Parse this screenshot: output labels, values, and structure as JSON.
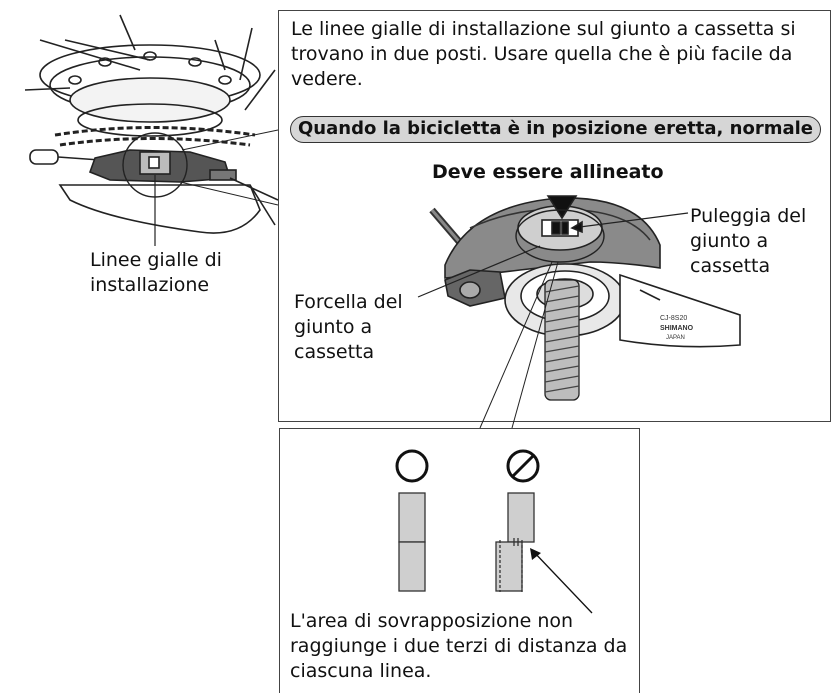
{
  "intro": "Le linee gialle di installazione sul giunto a cassetta si trovano in due posti. Usare quella che è più facile da vedere.",
  "condition": "Quando la bicicletta è in  posizione eretta, normale",
  "align_label": "Deve essere allineato",
  "pulley_label": "Puleggia del giunto a cassetta",
  "fork_label": "Forcella del giunto a cassetta",
  "install_lines_label": "Linee gialle di installazione",
  "note": "L'area di sovrapposizione non raggiunge i due terzi di distanza da ciascuna linea.",
  "parts_marking": [
    "CJ-8S20",
    "SHIMANO",
    "JAPAN"
  ],
  "symbols": {
    "correct": "ok-circle-icon",
    "incorrect": "prohibited-icon"
  }
}
